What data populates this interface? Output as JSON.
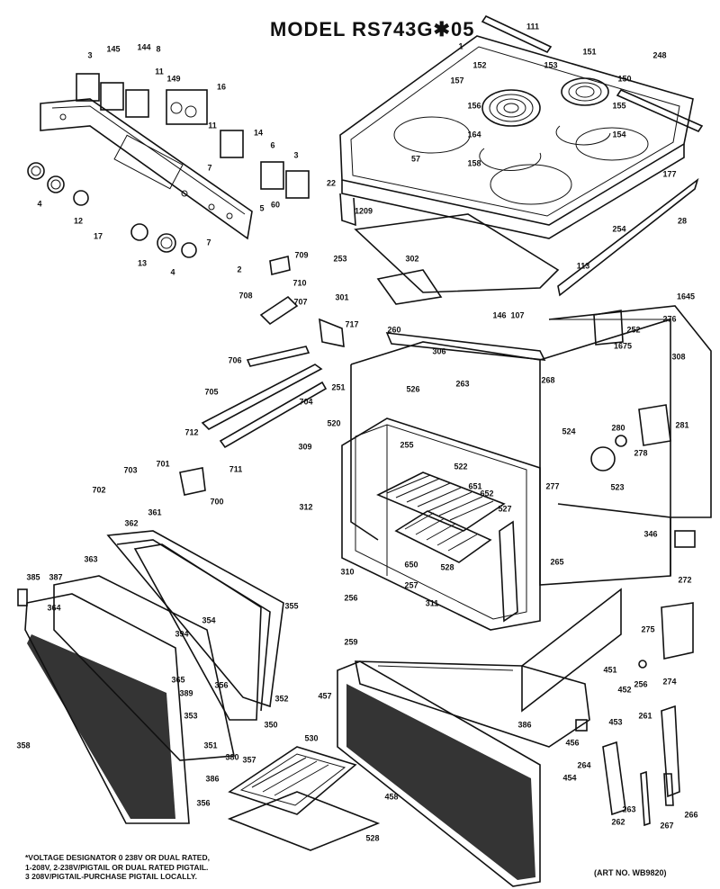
{
  "diagram": {
    "title": "MODEL RS743G✱05",
    "art_number": "(ART NO. WB9820)",
    "footnote_lines": [
      "*VOLTAGE DESIGNATOR 0 238V OR DUAL RATED,",
      "1-208V, 2-238V/PIGTAIL OR DUAL RATED PIGTAIL.",
      "3 208V/PIGTAIL-PURCHASE PIGTAIL LOCALLY."
    ],
    "callouts": [
      {
        "id": "111",
        "label": "111"
      },
      {
        "id": "1",
        "label": "1"
      },
      {
        "id": "151",
        "label": "151"
      },
      {
        "id": "248",
        "label": "248"
      },
      {
        "id": "152",
        "label": "152"
      },
      {
        "id": "153",
        "label": "153"
      },
      {
        "id": "157",
        "label": "157"
      },
      {
        "id": "150",
        "label": "150"
      },
      {
        "id": "156",
        "label": "156"
      },
      {
        "id": "155",
        "label": "155"
      },
      {
        "id": "164",
        "label": "164"
      },
      {
        "id": "154",
        "label": "154"
      },
      {
        "id": "158",
        "label": "158"
      },
      {
        "id": "57",
        "label": "57"
      },
      {
        "id": "177",
        "label": "177"
      },
      {
        "id": "22",
        "label": "22"
      },
      {
        "id": "1209",
        "label": "1209"
      },
      {
        "id": "28",
        "label": "28"
      },
      {
        "id": "254",
        "label": "254"
      },
      {
        "id": "253",
        "label": "253"
      },
      {
        "id": "302",
        "label": "302"
      },
      {
        "id": "113",
        "label": "113"
      },
      {
        "id": "301",
        "label": "301"
      },
      {
        "id": "1645",
        "label": "1645"
      },
      {
        "id": "146",
        "label": "146"
      },
      {
        "id": "107",
        "label": "107"
      },
      {
        "id": "276",
        "label": "276"
      },
      {
        "id": "260",
        "label": "260"
      },
      {
        "id": "252",
        "label": "252"
      },
      {
        "id": "306",
        "label": "306"
      },
      {
        "id": "1675",
        "label": "1675"
      },
      {
        "id": "308",
        "label": "308"
      },
      {
        "id": "251",
        "label": "251"
      },
      {
        "id": "526",
        "label": "526"
      },
      {
        "id": "263",
        "label": "263"
      },
      {
        "id": "268",
        "label": "268"
      },
      {
        "id": "280",
        "label": "280"
      },
      {
        "id": "281",
        "label": "281"
      },
      {
        "id": "520",
        "label": "520"
      },
      {
        "id": "524",
        "label": "524"
      },
      {
        "id": "278",
        "label": "278"
      },
      {
        "id": "309",
        "label": "309"
      },
      {
        "id": "255",
        "label": "255"
      },
      {
        "id": "522",
        "label": "522"
      },
      {
        "id": "651",
        "label": "651"
      },
      {
        "id": "652",
        "label": "652"
      },
      {
        "id": "277",
        "label": "277"
      },
      {
        "id": "523",
        "label": "523"
      },
      {
        "id": "312",
        "label": "312"
      },
      {
        "id": "527",
        "label": "527"
      },
      {
        "id": "346",
        "label": "346"
      },
      {
        "id": "650",
        "label": "650"
      },
      {
        "id": "528a",
        "label": "528"
      },
      {
        "id": "265",
        "label": "265"
      },
      {
        "id": "272",
        "label": "272"
      },
      {
        "id": "310",
        "label": "310"
      },
      {
        "id": "257",
        "label": "257"
      },
      {
        "id": "256a",
        "label": "256"
      },
      {
        "id": "311",
        "label": "311"
      },
      {
        "id": "259",
        "label": "259"
      },
      {
        "id": "275",
        "label": "275"
      },
      {
        "id": "451",
        "label": "451"
      },
      {
        "id": "256b",
        "label": "256"
      },
      {
        "id": "274",
        "label": "274"
      },
      {
        "id": "457",
        "label": "457"
      },
      {
        "id": "452",
        "label": "452"
      },
      {
        "id": "386",
        "label": "386"
      },
      {
        "id": "453",
        "label": "453"
      },
      {
        "id": "261",
        "label": "261"
      },
      {
        "id": "456",
        "label": "456"
      },
      {
        "id": "454",
        "label": "454"
      },
      {
        "id": "264",
        "label": "264"
      },
      {
        "id": "458",
        "label": "458"
      },
      {
        "id": "263b",
        "label": "263"
      },
      {
        "id": "262",
        "label": "262"
      },
      {
        "id": "266",
        "label": "266"
      },
      {
        "id": "267",
        "label": "267"
      },
      {
        "id": "530",
        "label": "530"
      },
      {
        "id": "528b",
        "label": "528"
      },
      {
        "id": "145",
        "label": "145"
      },
      {
        "id": "144",
        "label": "144"
      },
      {
        "id": "8",
        "label": "8"
      },
      {
        "id": "3a",
        "label": "3"
      },
      {
        "id": "11a",
        "label": "11"
      },
      {
        "id": "149",
        "label": "149"
      },
      {
        "id": "16",
        "label": "16"
      },
      {
        "id": "11b",
        "label": "11"
      },
      {
        "id": "14",
        "label": "14"
      },
      {
        "id": "6",
        "label": "6"
      },
      {
        "id": "3b",
        "label": "3"
      },
      {
        "id": "7a",
        "label": "7"
      },
      {
        "id": "5",
        "label": "5"
      },
      {
        "id": "60",
        "label": "60"
      },
      {
        "id": "4a",
        "label": "4"
      },
      {
        "id": "12",
        "label": "12"
      },
      {
        "id": "17",
        "label": "17"
      },
      {
        "id": "7b",
        "label": "7"
      },
      {
        "id": "13",
        "label": "13"
      },
      {
        "id": "4b",
        "label": "4"
      },
      {
        "id": "2",
        "label": "2"
      },
      {
        "id": "709",
        "label": "709"
      },
      {
        "id": "710",
        "label": "710"
      },
      {
        "id": "708",
        "label": "708"
      },
      {
        "id": "707",
        "label": "707"
      },
      {
        "id": "717",
        "label": "717"
      },
      {
        "id": "706",
        "label": "706"
      },
      {
        "id": "705",
        "label": "705"
      },
      {
        "id": "704",
        "label": "704"
      },
      {
        "id": "712",
        "label": "712"
      },
      {
        "id": "703",
        "label": "703"
      },
      {
        "id": "701",
        "label": "701"
      },
      {
        "id": "711",
        "label": "711"
      },
      {
        "id": "702",
        "label": "702"
      },
      {
        "id": "700",
        "label": "700"
      },
      {
        "id": "362",
        "label": "362"
      },
      {
        "id": "361",
        "label": "361"
      },
      {
        "id": "363",
        "label": "363"
      },
      {
        "id": "385",
        "label": "385"
      },
      {
        "id": "387",
        "label": "387"
      },
      {
        "id": "364",
        "label": "364"
      },
      {
        "id": "355",
        "label": "355"
      },
      {
        "id": "354",
        "label": "354"
      },
      {
        "id": "394",
        "label": "394"
      },
      {
        "id": "365",
        "label": "365"
      },
      {
        "id": "389",
        "label": "389"
      },
      {
        "id": "356a",
        "label": "356"
      },
      {
        "id": "353",
        "label": "353"
      },
      {
        "id": "352",
        "label": "352"
      },
      {
        "id": "350",
        "label": "350"
      },
      {
        "id": "351",
        "label": "351"
      },
      {
        "id": "380",
        "label": "380"
      },
      {
        "id": "357",
        "label": "357"
      },
      {
        "id": "358",
        "label": "358"
      },
      {
        "id": "386b",
        "label": "386"
      },
      {
        "id": "356b",
        "label": "356"
      }
    ]
  }
}
